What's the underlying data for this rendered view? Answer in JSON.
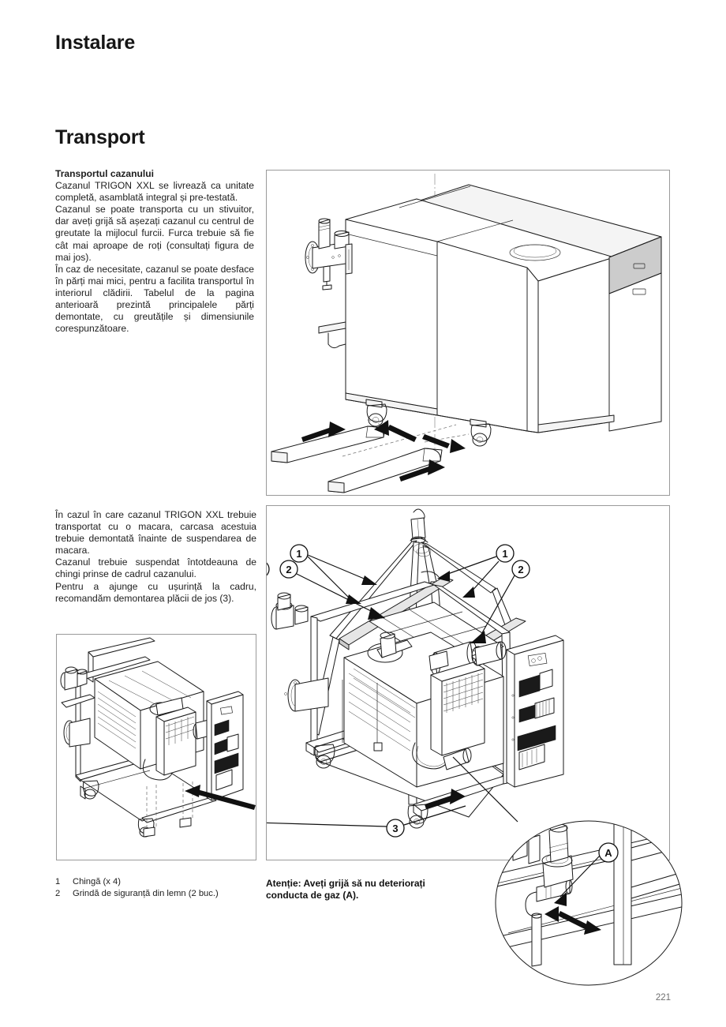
{
  "document": {
    "chapter_title": "Instalare",
    "section_title": "Transport",
    "page_number": "221"
  },
  "intro": {
    "sub_heading": "Transportul cazanului",
    "paragraphs": [
      "Cazanul TRIGON XXL se livrează ca unitate completă, asamblată integral și pre-testată.",
      "Cazanul se poate transporta cu un stivuitor, dar aveți grijă să așezați cazanul cu centrul de greutate la mijlocul furcii. Furca trebuie să fie cât mai aproape de roți (consultați figura de mai jos).",
      "În caz de necesitate, cazanul se poate desface în părți mai mici, pentru a facilita transportul în interiorul clădirii. Tabelul de la pagina anterioară prezintă principalele părți demontate, cu greutățile și dimensiunile corespunzătoare."
    ]
  },
  "crane": {
    "paragraphs": [
      "În cazul în care cazanul TRIGON XXL trebuie transportat cu o macara, carcasa acestuia trebuie demontată înainte de suspendarea de macara.",
      "Cazanul trebuie suspendat întotdeauna de chingi prinse de cadrul cazanului.",
      "Pentru a ajunge cu ușurință la cadru, recomandăm demontarea plăcii de jos (3)."
    ]
  },
  "legend": {
    "items": [
      {
        "number": "1",
        "label": "Chingă (x 4)"
      },
      {
        "number": "2",
        "label": "Grindă de siguranță din lemn (2 buc.)"
      }
    ]
  },
  "warning": {
    "text": "Atenție: Aveți grijă să nu deteriorați conducta de gaz (A)."
  },
  "figures": {
    "forklift": {
      "name": "forklift-transport-illustration",
      "callouts": []
    },
    "crane": {
      "name": "crane-suspension-illustration",
      "callouts": [
        "1",
        "1",
        "2",
        "2",
        "3"
      ],
      "detail_label": "A"
    },
    "baseplate": {
      "name": "baseplate-removal-illustration"
    }
  },
  "colors": {
    "ink": "#1a1a1a",
    "frame": "#9a9a9a",
    "shade_light": "#f4f4f4",
    "shade_mid": "#e6e6e6",
    "shade_dark": "#cccccc",
    "page_number": "#6e6e6e"
  }
}
